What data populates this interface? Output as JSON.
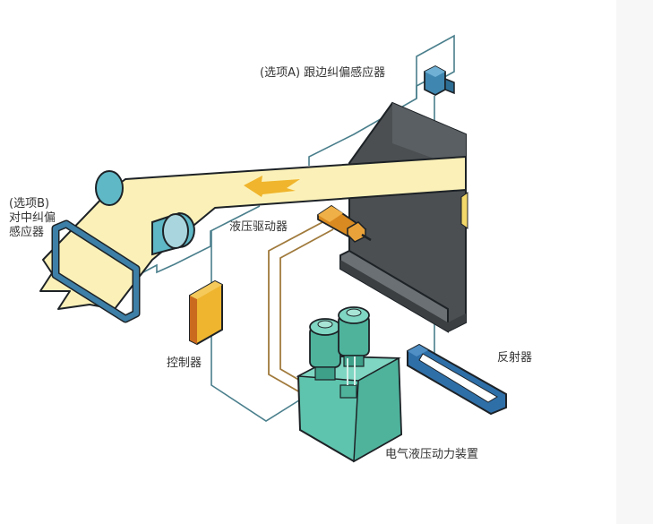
{
  "diagram": {
    "type": "hydraulic web-guiding (edge/center alignment) system",
    "labels": {
      "sensor_a": "(选项A) 跟边纠偏感应器",
      "sensor_b_line1": "(选项B)",
      "sensor_b_line2": "对中纠偏",
      "sensor_b_line3": "感应器",
      "hydraulic_actuator": "液压驱动器",
      "controller": "控制器",
      "reflector": "反射器",
      "power_unit": "电气液压动力装置"
    },
    "components": [
      {
        "id": "sensor-a",
        "name": "edge guiding sensor (option A)",
        "color": "#3f86b0"
      },
      {
        "id": "sensor-b",
        "name": "center guiding sensor frame (option B)",
        "color": "#3d7fa6"
      },
      {
        "id": "web",
        "name": "material web / belt",
        "color": "#fbf1b8"
      },
      {
        "id": "rollers",
        "name": "guide rollers",
        "color": "#5fb8c6"
      },
      {
        "id": "machine-frame",
        "name": "machine frame",
        "color": "#4d5154"
      },
      {
        "id": "actuator",
        "name": "hydraulic actuator cylinder",
        "color": "#e39a2a"
      },
      {
        "id": "controller",
        "name": "controller box",
        "color": "#efb52f"
      },
      {
        "id": "reflector",
        "name": "reflector",
        "color": "#2f6fa8"
      },
      {
        "id": "power-unit",
        "name": "electro-hydraulic power unit",
        "color": "#5fc4ad"
      }
    ],
    "flow_direction": "right-to-left (arrow on web)",
    "colors": {
      "signal_wire": "#4a7f8c",
      "hydraulic_pipe": "#a07a3c",
      "arrow": "#f0b52c",
      "outline": "#1d2226"
    }
  }
}
